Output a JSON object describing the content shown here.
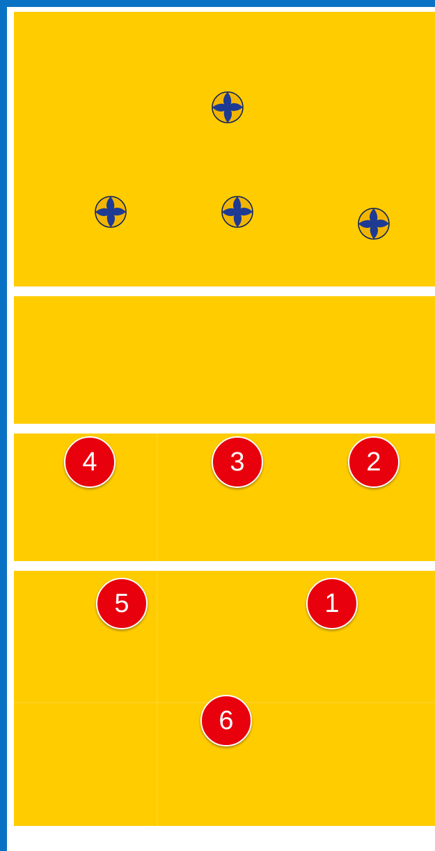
{
  "colors": {
    "frame": "#0a72c4",
    "court": "#ffcc00",
    "player": "#e8000d",
    "ball_blue": "#1f3a93",
    "ball_yellow": "#f2b600"
  },
  "balls": [
    {
      "icon": "volleyball-icon"
    },
    {
      "icon": "volleyball-icon"
    },
    {
      "icon": "volleyball-icon"
    },
    {
      "icon": "volleyball-icon"
    }
  ],
  "players": [
    {
      "label": "4"
    },
    {
      "label": "3"
    },
    {
      "label": "2"
    },
    {
      "label": "5"
    },
    {
      "label": "1"
    },
    {
      "label": "6"
    }
  ]
}
